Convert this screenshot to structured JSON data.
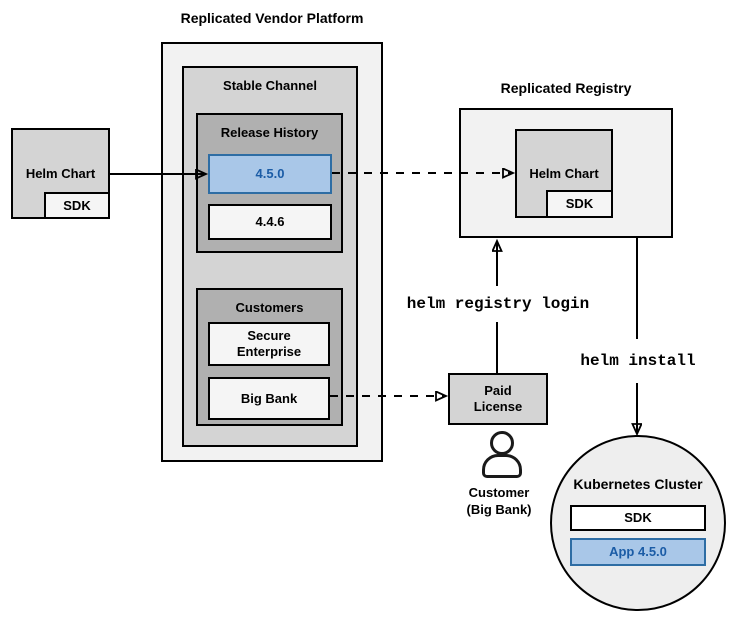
{
  "colors": {
    "highlight_fill": "#a9c7e8",
    "highlight_border": "#2e6da4",
    "highlight_text": "#1b5ca6",
    "group_dark_gray": "#b0b0b0",
    "group_mid_gray": "#d4d4d4",
    "group_light_gray": "#f2f2f2",
    "item_pale_gray": "#f5f5f5"
  },
  "platform": {
    "title": "Replicated Vendor Platform",
    "stable_channel": {
      "title": "Stable Channel",
      "release_history": {
        "title": "Release History",
        "releases": [
          {
            "version": "4.5.0",
            "highlighted": true
          },
          {
            "version": "4.4.6",
            "highlighted": false
          }
        ]
      },
      "customers": {
        "title": "Customers",
        "items": [
          {
            "name": "Secure Enterprise"
          },
          {
            "name": "Big Bank"
          }
        ]
      }
    }
  },
  "vendor_helm_chart": {
    "label": "Helm Chart",
    "sdk_label": "SDK"
  },
  "registry": {
    "title": "Replicated Registry",
    "helm_chart": {
      "label": "Helm Chart",
      "sdk_label": "SDK"
    }
  },
  "paid_license": {
    "label": "Paid License"
  },
  "customer": {
    "label": "Customer (Big Bank)"
  },
  "commands": {
    "registry_login": "helm registry login",
    "install": "helm install"
  },
  "cluster": {
    "title": "Kubernetes Cluster",
    "sdk_label": "SDK",
    "app_label": "App 4.5.0"
  }
}
